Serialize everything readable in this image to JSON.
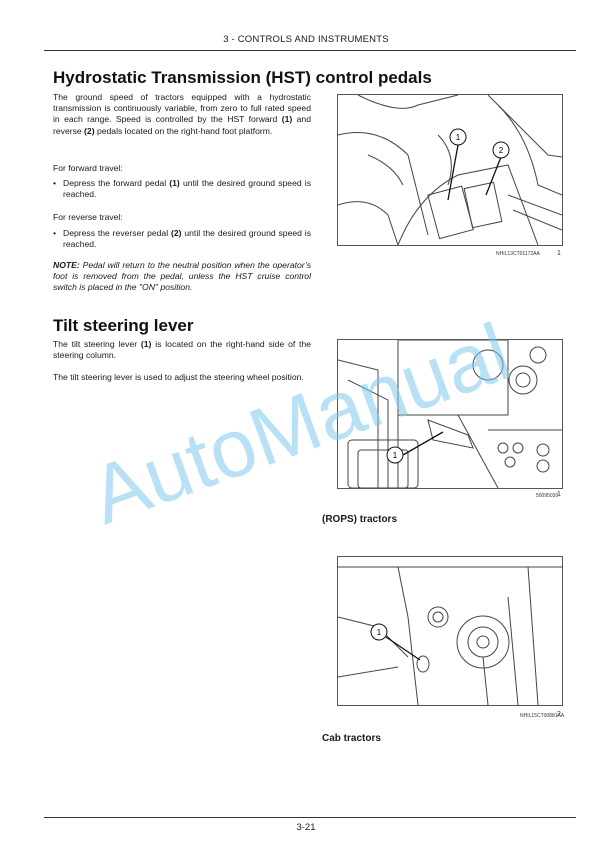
{
  "header": {
    "chapter": "3 - CONTROLS AND INSTRUMENTS"
  },
  "section1": {
    "title": "Hydrostatic Transmission (HST) control pedals",
    "intro": [
      "The ground speed of tractors equipped with a hydrostatic transmission is continuously variable, from zero to full rated speed in each range.  Speed is controlled by the HST forward ",
      "(1)",
      " and reverse ",
      "(2)",
      " pedals located on the right-hand foot platform."
    ],
    "forward_label": "For forward travel:",
    "forward_bullet": [
      "Depress the forward pedal ",
      "(1)",
      " until the desired ground speed is reached."
    ],
    "reverse_label": "For reverse travel:",
    "reverse_bullet": [
      "Depress the reverser pedal ",
      "(2)",
      " until the desired ground speed is reached."
    ],
    "note_label": "NOTE:",
    "note_text": " Pedal will return to the neutral position when the operator’s foot is removed from the pedal, unless the HST cruise control switch is placed in the \"ON\" position.",
    "figure": {
      "id": "NHIL13CT01172AA",
      "number": "1",
      "callouts": [
        "1",
        "2"
      ]
    }
  },
  "section2": {
    "title": "Tilt steering lever",
    "p1": [
      "The tilt steering lever ",
      "(1)",
      " is located on the right-hand side of the steering column."
    ],
    "p2": "The tilt steering lever is used to adjust the steering wheel position.",
    "figure1": {
      "id": "50095030",
      "number": "1",
      "callout": "1",
      "caption": "(ROPS) tractors"
    },
    "figure2": {
      "id": "NHIL15CT00881AA",
      "number": "2",
      "callout": "1",
      "caption": "Cab tractors"
    }
  },
  "watermark": {
    "text": "AutoManual",
    "color": "#7ec8ee"
  },
  "footer": {
    "page_number": "3-21"
  }
}
